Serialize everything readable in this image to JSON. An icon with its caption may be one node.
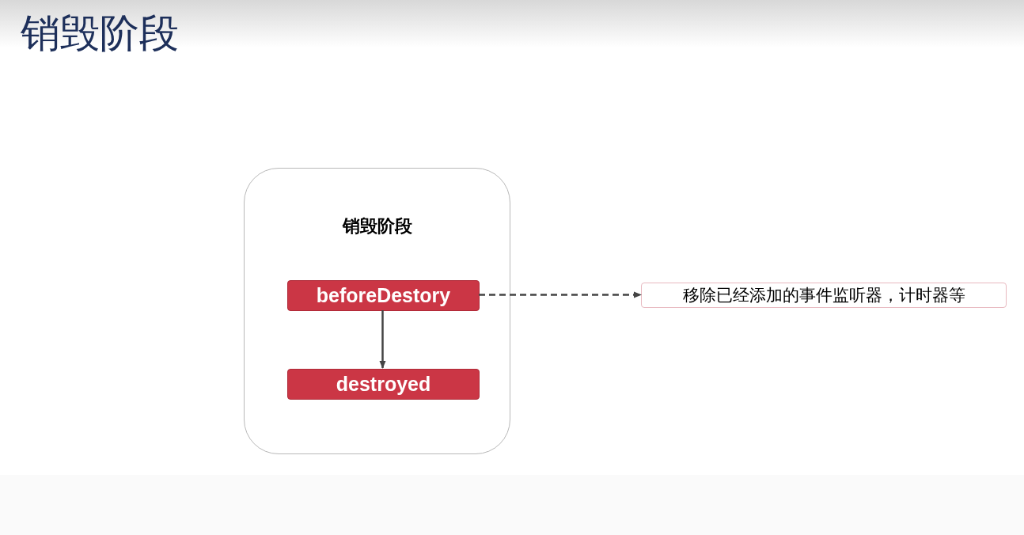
{
  "diagram": {
    "title": "销毁阶段",
    "nodes": [
      {
        "text": [
          "销毁阶段"
        ]
      },
      {
        "text": [
          "beforeDestory"
        ],
        "in": 0
      },
      {
        "text": [
          "destroyed"
        ],
        "in": 0
      },
      {
        "text": [
          "移除已经添加的事件监听器，计时器等"
        ]
      }
    ],
    "edges": [
      {
        "from": 1,
        "to": 2,
        "arrow": "to"
      },
      {
        "from": 1,
        "to": 3,
        "arrow": "to",
        "style": "dashed"
      }
    ]
  }
}
